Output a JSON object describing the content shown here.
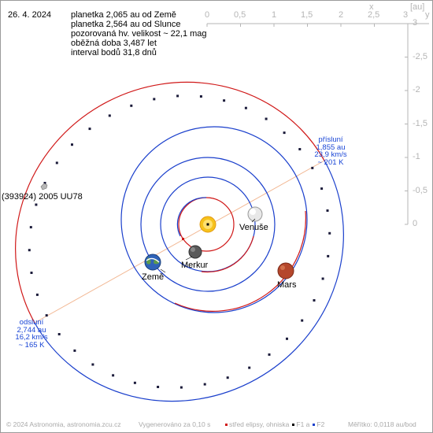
{
  "header": {
    "date": "26. 4. 2024",
    "lines": [
      "planetka 2,065 au od Země",
      "planetka 2,564 au od Slunce",
      "pozorovaná hv. velikost ~ 22,1 mag",
      "oběžná doba 3,487 let",
      "interval bodů 31,8 dnů"
    ]
  },
  "x_axis": {
    "name": "x",
    "unit": "[au]",
    "ticks": [
      "0",
      "0,5",
      "1",
      "1,5",
      "2",
      "2,5",
      "3"
    ]
  },
  "y_axis": {
    "name": "y",
    "ticks": [
      "3",
      "-2,5",
      "-2",
      "-1,5",
      "-1",
      "-0,5",
      "0"
    ]
  },
  "perihelion": {
    "title": "přísluní",
    "distance": "1,855 au",
    "speed": "23,9 km/s",
    "temperature": "~ 201 K"
  },
  "aphelion": {
    "title": "odsluní",
    "distance": "2,744 au",
    "speed": "16,2 km/s",
    "temperature": "~ 165 K"
  },
  "asteroid": {
    "label": "(393924) 2005 UU78"
  },
  "planets": {
    "venus": "Venuše",
    "mercury": "Merkur",
    "earth": "Země",
    "mars": "Mars"
  },
  "footer": {
    "copyright": "© 2024 Astronomia, astronomia.zcu.cz",
    "generated": "Vygenerováno za 0,10 s",
    "legend_center": "střed elipsy, ohniska",
    "legend_f1": "F1 a",
    "legend_f2": "F2",
    "scale": "Měřítko: 0,0118 au/bod"
  },
  "colors": {
    "orbit_near": "#d01818",
    "orbit_far": "#1a3fcc",
    "axis": "#b5b5b5",
    "apsis_line": "#f2b894"
  },
  "icons": {
    "sun": "sun-icon",
    "venus": "venus-planet-icon",
    "mercury": "mercury-planet-icon",
    "earth": "earth-planet-icon",
    "mars": "mars-planet-icon",
    "asteroid": "asteroid-marker-icon"
  }
}
